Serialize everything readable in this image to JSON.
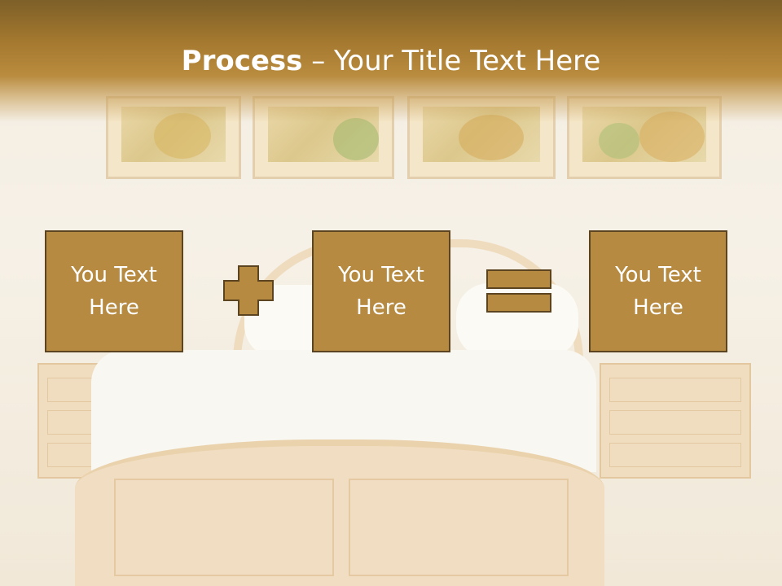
{
  "title": {
    "bold": "Process",
    "separator": " – ",
    "rest": "Your Title Text Here"
  },
  "boxes": [
    {
      "line1": "You Text",
      "line2": "Here"
    },
    {
      "line1": "You Text",
      "line2": "Here"
    },
    {
      "line1": "You Text",
      "line2": "Here"
    }
  ],
  "operators": {
    "first": "plus-icon",
    "second": "equals-icon"
  },
  "colors": {
    "title_band": "#a5792f",
    "box_fill": "#b78a41",
    "box_border": "#5c4420",
    "text": "#ffffff"
  }
}
